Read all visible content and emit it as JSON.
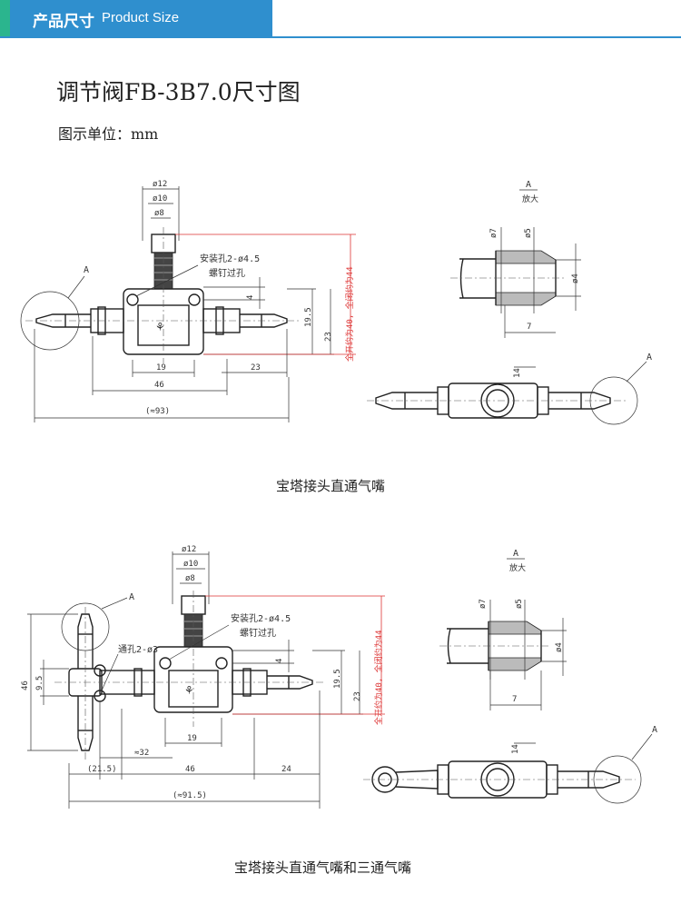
{
  "header": {
    "title_cn": "产品尺寸",
    "title_en": "Product Size"
  },
  "title": "调节阀FB-3B7.0尺寸图",
  "unit": "图示单位：mm",
  "drawing1": {
    "caption": "宝塔接头直通气嘴",
    "dims": {
      "d12": "ø12",
      "d10": "ø10",
      "d8": "ø8",
      "hole": "安装孔2-ø4.5",
      "screw": "螺钉过孔",
      "four": "4",
      "n195": "19.5",
      "n23v": "23",
      "open": "全开约为40, 全闭约为44",
      "n19": "19",
      "n23h": "23",
      "n46": "46",
      "n93": "(≈93)"
    },
    "detail": {
      "label": "A",
      "zoom": "放大",
      "d7": "ø7",
      "d5": "ø5",
      "d4": "ø4",
      "n7": "7"
    },
    "plan": {
      "label": "A",
      "n14": "14"
    }
  },
  "drawing2": {
    "caption": "宝塔接头直通气嘴和三通气嘴",
    "dims": {
      "d12": "ø12",
      "d10": "ø10",
      "d8": "ø8",
      "hole": "安装孔2-ø4.5",
      "screw": "螺钉过孔",
      "through": "通孔2-ø3",
      "four": "4",
      "n195": "19.5",
      "n23v": "23",
      "open": "全开约为40, 全闭约为44",
      "n46v": "46",
      "n95": "9.5",
      "n19": "19",
      "n32": "≈32",
      "n215": "(21.5)",
      "n46": "46",
      "n24": "24",
      "n915": "(≈91.5)",
      "label": "A"
    },
    "detail": {
      "label": "A",
      "zoom": "放大",
      "d7": "ø7",
      "d5": "ø5",
      "d4": "ø4",
      "n7": "7"
    },
    "plan": {
      "label": "A",
      "n14": "14"
    }
  }
}
